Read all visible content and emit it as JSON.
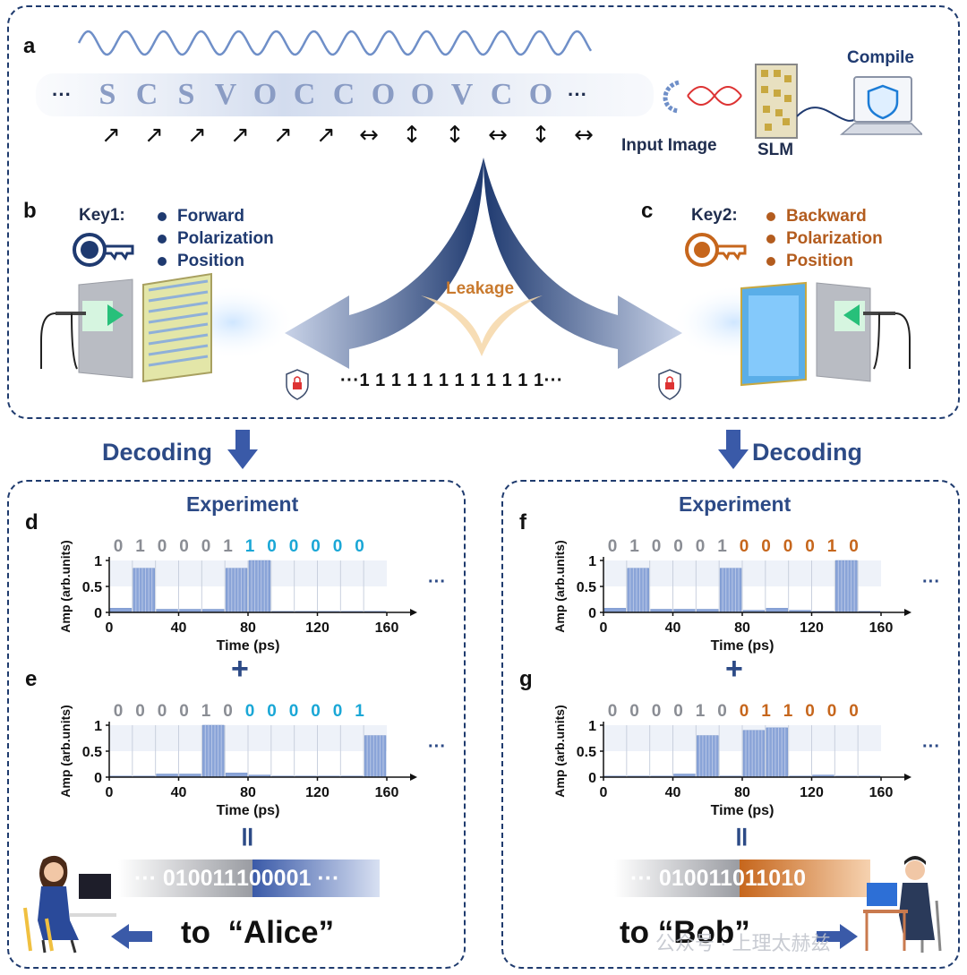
{
  "panel_a": {
    "label": "a",
    "sequence": [
      "S",
      "C",
      "S",
      "V",
      "O",
      "C",
      "C",
      "O",
      "O",
      "V",
      "C",
      "O"
    ],
    "ellipsis": "···",
    "arrows": [
      "↗",
      "↗",
      "↗",
      "↗",
      "↗",
      "↗",
      "↔",
      "↕",
      "↕",
      "↔",
      "↕",
      "↔"
    ],
    "input_image_label": "Input Image",
    "slm_label": "SLM",
    "compile_label": "Compile"
  },
  "panel_b": {
    "label": "b",
    "key_label": "Key1:",
    "items": [
      "Forward",
      "Polarization",
      "Position"
    ],
    "color": "#1f3a70"
  },
  "panel_c": {
    "label": "c",
    "key_label": "Key2:",
    "items": [
      "Backward",
      "Polarization",
      "Position"
    ],
    "color": "#b35c1e"
  },
  "center": {
    "leakage_label": "Leakage",
    "ones_text": "···1 1 1 1 1 1 1 1 1 1 1 1···"
  },
  "decoding_label": "Decoding",
  "experiment_label": "Experiment",
  "plots": [
    {
      "label": "d",
      "bits_gray": [
        "0",
        "1",
        "0",
        "0",
        "0",
        "1"
      ],
      "bits_color": [
        "1",
        "0",
        "0",
        "0",
        "0",
        "0"
      ],
      "color": "#1aa7d6",
      "values": [
        0.08,
        0.85,
        0.06,
        0.06,
        0.06,
        0.85,
        1.0,
        0.02,
        0.02,
        0.02,
        0.02,
        0.02
      ]
    },
    {
      "label": "e",
      "bits_gray": [
        "0",
        "0",
        "0",
        "0",
        "1",
        "0"
      ],
      "bits_color": [
        "0",
        "0",
        "0",
        "0",
        "0",
        "1"
      ],
      "color": "#1aa7d6",
      "values": [
        0.02,
        0.02,
        0.06,
        0.06,
        1.0,
        0.08,
        0.04,
        0.02,
        0.02,
        0.02,
        0.02,
        0.8
      ]
    },
    {
      "label": "f",
      "bits_gray": [
        "0",
        "1",
        "0",
        "0",
        "0",
        "1"
      ],
      "bits_color": [
        "0",
        "0",
        "0",
        "0",
        "1",
        "0"
      ],
      "color": "#c6661c",
      "values": [
        0.08,
        0.85,
        0.06,
        0.06,
        0.06,
        0.85,
        0.04,
        0.08,
        0.04,
        0.02,
        1.0,
        0.02
      ]
    },
    {
      "label": "g",
      "bits_gray": [
        "0",
        "0",
        "0",
        "0",
        "1",
        "0"
      ],
      "bits_color": [
        "0",
        "1",
        "1",
        "0",
        "0",
        "0"
      ],
      "color": "#c6661c",
      "values": [
        0.02,
        0.02,
        0.02,
        0.06,
        0.8,
        0.02,
        0.9,
        0.95,
        0.02,
        0.04,
        0.02,
        0.02
      ]
    }
  ],
  "axes": {
    "ylabel": "Amp (arb.units)",
    "xlabel": "Time (ps)",
    "xticks": [
      "0",
      "40",
      "80",
      "120",
      "160"
    ],
    "yticks": [
      "0",
      "0.5",
      "1"
    ],
    "more": "···"
  },
  "chart_data": [
    {
      "type": "bar",
      "title": "d",
      "xlabel": "Time (ps)",
      "ylabel": "Amp (arb.units)",
      "xlim": [
        0,
        160
      ],
      "ylim": [
        0,
        1
      ],
      "x": [
        6.7,
        20,
        33.3,
        46.7,
        60,
        73.3,
        86.7,
        100,
        113.3,
        126.7,
        140,
        153.3
      ],
      "values": [
        0.08,
        0.85,
        0.06,
        0.06,
        0.06,
        0.85,
        1.0,
        0.02,
        0.02,
        0.02,
        0.02,
        0.02
      ]
    },
    {
      "type": "bar",
      "title": "e",
      "xlabel": "Time (ps)",
      "ylabel": "Amp (arb.units)",
      "xlim": [
        0,
        160
      ],
      "ylim": [
        0,
        1
      ],
      "x": [
        6.7,
        20,
        33.3,
        46.7,
        60,
        73.3,
        86.7,
        100,
        113.3,
        126.7,
        140,
        153.3
      ],
      "values": [
        0.02,
        0.02,
        0.06,
        0.06,
        1.0,
        0.08,
        0.04,
        0.02,
        0.02,
        0.02,
        0.02,
        0.8
      ]
    },
    {
      "type": "bar",
      "title": "f",
      "xlabel": "Time (ps)",
      "ylabel": "Amp (arb.units)",
      "xlim": [
        0,
        160
      ],
      "ylim": [
        0,
        1
      ],
      "x": [
        6.7,
        20,
        33.3,
        46.7,
        60,
        73.3,
        86.7,
        100,
        113.3,
        126.7,
        140,
        153.3
      ],
      "values": [
        0.08,
        0.85,
        0.06,
        0.06,
        0.06,
        0.85,
        0.04,
        0.08,
        0.04,
        0.02,
        1.0,
        0.02
      ]
    },
    {
      "type": "bar",
      "title": "g",
      "xlabel": "Time (ps)",
      "ylabel": "Amp (arb.units)",
      "xlim": [
        0,
        160
      ],
      "ylim": [
        0,
        1
      ],
      "x": [
        6.7,
        20,
        33.3,
        46.7,
        60,
        73.3,
        86.7,
        100,
        113.3,
        126.7,
        140,
        153.3
      ],
      "values": [
        0.02,
        0.02,
        0.02,
        0.06,
        0.8,
        0.02,
        0.9,
        0.95,
        0.02,
        0.04,
        0.02,
        0.02
      ]
    }
  ],
  "plus": "+",
  "equals": "॥",
  "result_left": {
    "prefix": "··· ",
    "gray_bits": "010011",
    "color_bits": "100001",
    "suffix": " ···",
    "color": "#3a5aa8"
  },
  "result_right": {
    "prefix": "··· ",
    "gray_bits": "010011",
    "color_bits": "011010",
    "suffix": " ···",
    "color": "#c6661c"
  },
  "to_alice": "to  “Alice”",
  "to_bob": "to “Bob”",
  "watermark": "公众号 · 上理太赫兹"
}
